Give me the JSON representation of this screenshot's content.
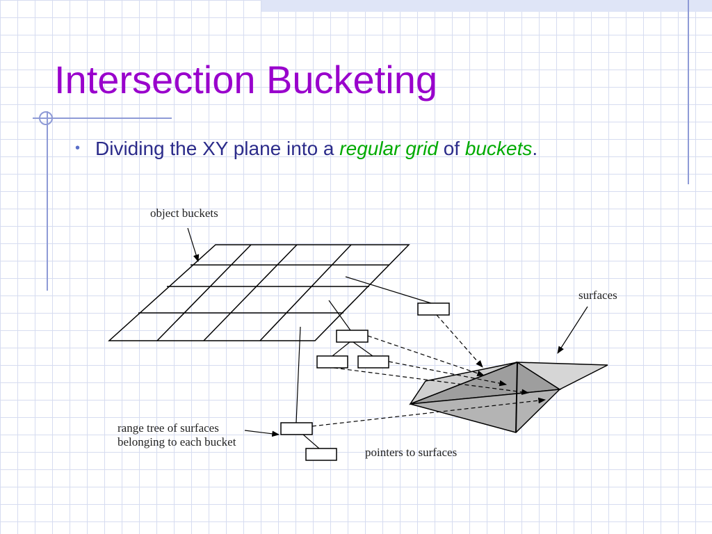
{
  "slide": {
    "title": "Intersection Bucketing",
    "bullet": {
      "prefix": "Dividing the XY plane into a ",
      "term1": "regular grid",
      "middle": " of ",
      "term2": "buckets",
      "suffix": "."
    }
  },
  "diagram": {
    "labels": {
      "object_buckets": "object buckets",
      "surfaces": "surfaces",
      "range_tree_line1": "range tree of surfaces",
      "range_tree_line2": "belonging to each bucket",
      "pointers": "pointers to surfaces"
    }
  },
  "colors": {
    "title": "#9900cc",
    "body_text": "#2b2b8a",
    "emphasis": "#00aa00",
    "guide_lines": "#8e9ad6",
    "grid": "#d6dcf0"
  }
}
